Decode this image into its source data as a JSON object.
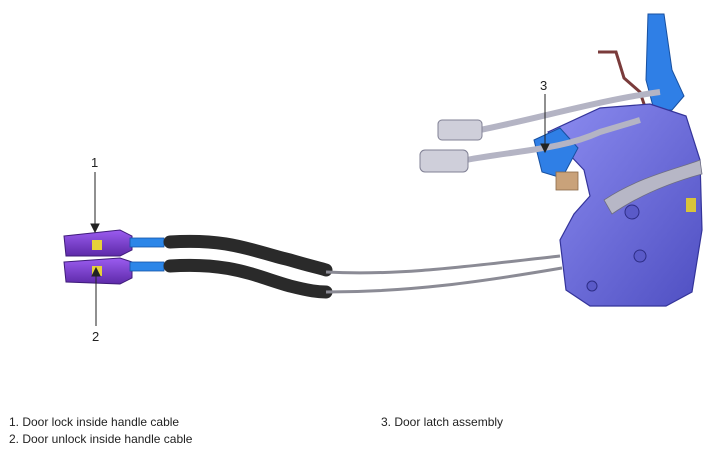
{
  "callouts": {
    "one": "1",
    "two": "2",
    "three": "3"
  },
  "legend": {
    "left": [
      "1. Door lock inside handle cable",
      "2. Door unlock inside handle cable"
    ],
    "right": [
      "3. Door latch assembly"
    ]
  },
  "colors": {
    "connector_purple": "#7a3fd4",
    "cable_black": "#2a2a2a",
    "latch_blue_violet": "#6f6fe0",
    "accent_blue": "#1e7be0",
    "sheath_gray": "#9a9aa8"
  }
}
